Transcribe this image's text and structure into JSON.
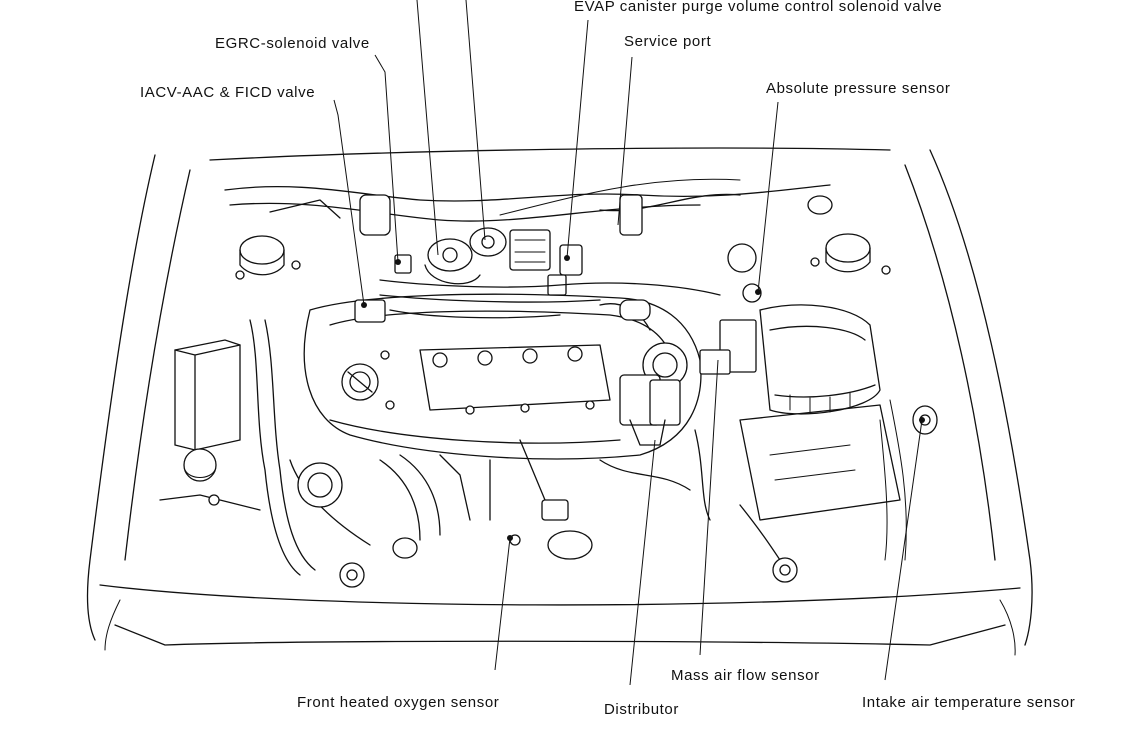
{
  "diagram": {
    "labels": {
      "evap": "EVAP canister purge volume control solenoid valve",
      "service_port": "Service port",
      "egrc": "EGRC-solenoid valve",
      "iacv": "IACV-AAC & FICD valve",
      "abs_pressure": "Absolute pressure sensor",
      "mass_air_flow": "Mass air flow sensor",
      "front_o2": "Front heated oxygen sensor",
      "distributor": "Distributor",
      "intake_air_temp": "Intake air temperature sensor"
    }
  }
}
